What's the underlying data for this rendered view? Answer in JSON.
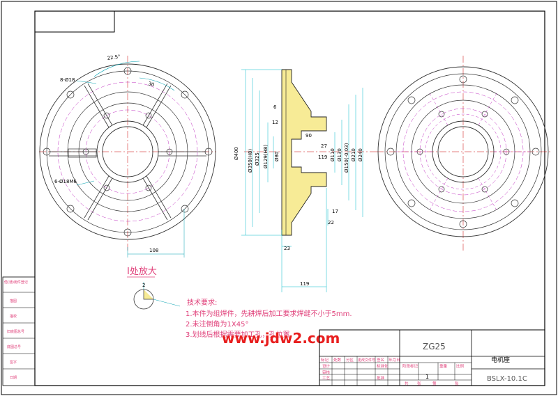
{
  "left_view": {
    "angle_label": "22.5°",
    "angle2_label": "30",
    "hole_label_top": "8-Ø18",
    "hole_label_bottom": "6-Ø18M6",
    "width_label": "108"
  },
  "section_view": {
    "dims_left": [
      "Ø400",
      "Ø350(H8)",
      "Ø325",
      "Ø129(H8)",
      "Ø80"
    ],
    "dims_right": [
      "Ø110",
      "Ø130",
      "Ø150(-0.03)",
      "Ø210",
      "Ø240"
    ],
    "dims_small": [
      "6",
      "12",
      "90",
      "27",
      "119",
      "17",
      "22",
      "23"
    ],
    "bottom_width": "119"
  },
  "detail": {
    "title": "I处放大",
    "scale": "2"
  },
  "notes": {
    "title": "技术要求:",
    "lines": [
      "1.本件为组焊件，先耕焊后加工要求焊缝不小于5mm.",
      "2.未注倒角为1X45°",
      "3.划线后根据需要加工孔，孔位置"
    ]
  },
  "watermark": "www.jdw2.com",
  "title_block": {
    "material": "ZG25",
    "part_name": "电机座",
    "drawing_no": "BSLX-10.1C",
    "row_labels": [
      "标记",
      "处数",
      "分区",
      "更改文件号",
      "签名",
      "年月日"
    ],
    "role_labels": [
      "设计",
      "审核",
      "工艺"
    ],
    "std_labels": [
      "标准化",
      "批准"
    ],
    "stage_labels": [
      "阶段标记",
      "重量",
      "比例"
    ],
    "stage_value": "1",
    "sheet_labels": [
      "共",
      "张",
      "第",
      "张"
    ]
  },
  "side_strip": {
    "labels": [
      "借(通)用件登记",
      "描图",
      "描校",
      "旧底图总号",
      "底图总号",
      "签字",
      "日期"
    ]
  }
}
